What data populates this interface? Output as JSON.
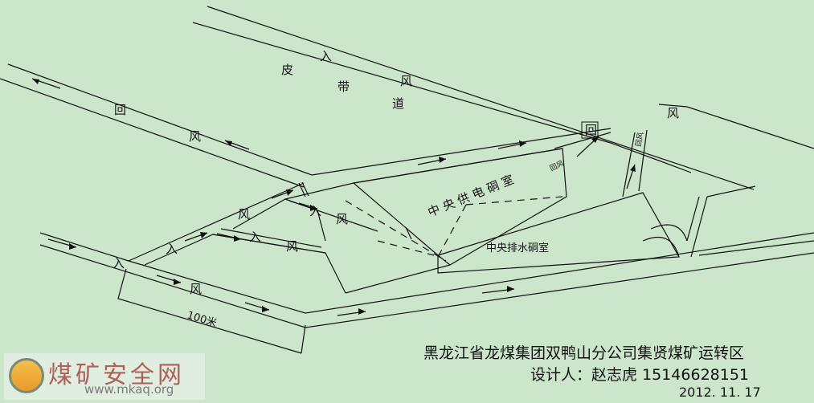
{
  "labels": {
    "belt_road": [
      "皮",
      "带",
      "道"
    ],
    "intake_top": [
      "入",
      "风"
    ],
    "return_left": [
      "回",
      "风"
    ],
    "return_right_box": "回",
    "return_right_wind": "风",
    "return_small_a": "回风",
    "return_small_b": "回风",
    "power_room": "中 央 供 电 硐 室",
    "drain_room": "中央排水硐室",
    "intake_main": [
      "入",
      "风"
    ],
    "intake_upper": [
      "入",
      "风"
    ],
    "branch_a": [
      "入",
      "风"
    ],
    "branch_b": [
      "入",
      "风"
    ],
    "scale": "100米"
  },
  "title_block": {
    "title": "黑龙江省龙煤集团双鸭山分公司集贤煤矿运转区",
    "designer": "设计人：赵志虎  15146628151",
    "date": "2012. 11. 17"
  },
  "watermark": {
    "name": "煤矿安全网",
    "url": "www.mkaq.org"
  }
}
